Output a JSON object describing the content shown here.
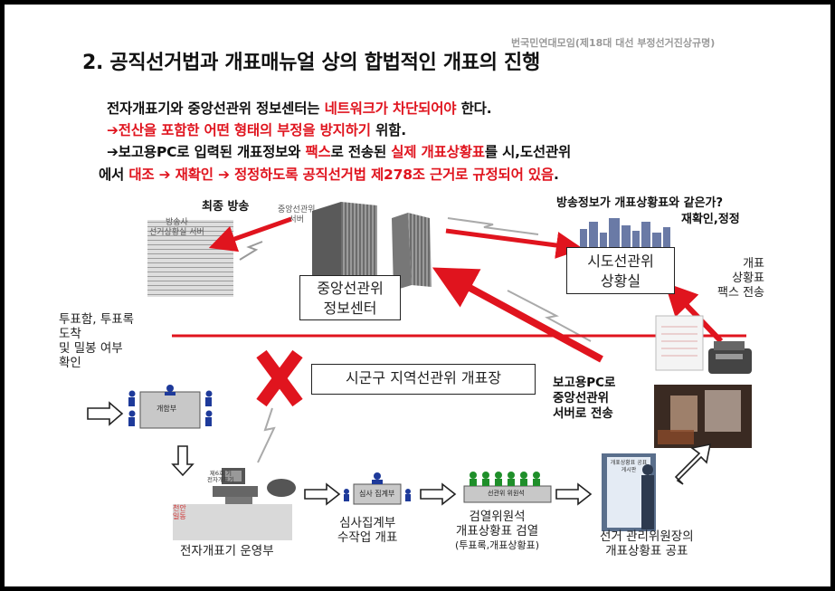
{
  "watermark": "번국민연대모임(제18대 대선 부정선거진상규명)",
  "title": "2. 공직선거법과 개표매뉴얼 상의 합법적인 개표의 진행",
  "intro": {
    "line1_a": "전자개표기와 중앙선관위 정보센터는 ",
    "line1_b": "네트워크가 차단되어야",
    "line1_c": " 한다.",
    "line2_arrow": "➔",
    "line2": "전산을 포함한 어떤 형태의 부정을 방지하기",
    "line2_c": " 위함.",
    "line3_arrow": "➔",
    "line3_a": "보고용PC로 입력된 개표정보와 ",
    "line3_b": "팩스",
    "line3_c": "로 전송된 ",
    "line3_d": "실제 개표상황표",
    "line3_e": "를 시,도선관위",
    "line4_a": "에서 ",
    "line4_b": "대조 ➔ 재확인 ➔ 정정하도록 공직선거법 제278조 근거로 규정되어 있음",
    "line4_c": "."
  },
  "top": {
    "final_broadcast": "최종 방송",
    "broadcaster_server_line1": "방송사",
    "broadcaster_server_line2": "선거상황실 서버",
    "nec_server_line1": "중앙선관위",
    "nec_server_line2": "서버",
    "nec_center_line1": "중앙선관위",
    "nec_center_line2": "정보센터",
    "question": "방송정보가 개표상황표와 같은가?",
    "recheck": "재확인,정정",
    "provincial_line1": "시도선관위",
    "provincial_line2": "상황실",
    "fax_line1": "개표",
    "fax_line2": "상황표",
    "fax_line3": "팩스 전송"
  },
  "left": {
    "arrival_line1": "투표함, 투표록",
    "arrival_line2": "도착",
    "arrival_line3": "및 밀봉 여부",
    "arrival_line4": "확인"
  },
  "counting": {
    "venue": "시군구 지역선관위 개표장",
    "x_mark": "X",
    "report_line1": "보고용PC로",
    "report_line2": "중앙선관위",
    "report_line3": "서버로 전송",
    "reception_table": "개함부",
    "machine_sign_line1": "제6호 기",
    "machine_sign_line2": "전자개표기",
    "machine_note_line1": "천안",
    "machine_note_line2": "일동",
    "review_table": "심사 집계부",
    "commission_table": "선관위 위원석",
    "step_machine": "전자개표기 운영부",
    "step_review_line1": "심사집계부",
    "step_review_line2": "수작업 개표",
    "step_commission_line1": "검열위원석",
    "step_commission_line2": "개표상황표 검열",
    "step_commission_line3": "(투표록,개표상황표)",
    "step_announce_line1": "선거 관리위원장의",
    "step_announce_line2": "개표상황표 공표",
    "board_text": "개표상황표 공표 게시판"
  },
  "colors": {
    "accent_red": "#e0141e",
    "text": "#111111",
    "commission_green": "#1f8f2a",
    "person_blue": "#1e3a9a"
  }
}
